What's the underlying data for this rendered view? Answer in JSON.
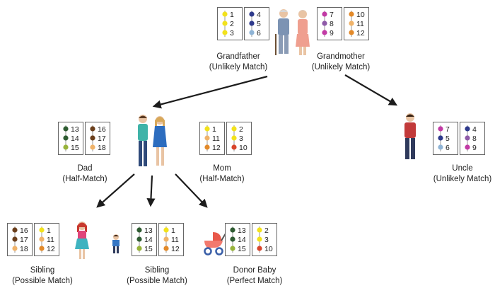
{
  "colors": {
    "yellow": "#f2e21c",
    "navy": "#2e3a8c",
    "lightblue": "#8fb4d6",
    "magenta": "#c23aa5",
    "purple": "#8e5aa8",
    "orange": "#e38a2a",
    "lightorange": "#f0b36a",
    "red": "#d8452c",
    "olive": "#97b33a",
    "brown": "#6b3f1c",
    "darkgreen": "#2f5c32",
    "arrow": "#1c1c1c"
  },
  "people": [
    {
      "id": "grandfather",
      "name": "Grandfather",
      "match": "(Unlikely Match)",
      "cards": [
        {
          "nums": [
            "1",
            "2",
            "3"
          ],
          "colors": [
            "yellow",
            "yellow",
            "yellow"
          ]
        },
        {
          "nums": [
            "4",
            "5",
            "6"
          ],
          "colors": [
            "navy",
            "navy",
            "lightblue"
          ]
        }
      ]
    },
    {
      "id": "grandmother",
      "name": "Grandmother",
      "match": "(Unlikely Match)",
      "cards": [
        {
          "nums": [
            "7",
            "8",
            "9"
          ],
          "colors": [
            "magenta",
            "purple",
            "magenta"
          ]
        },
        {
          "nums": [
            "10",
            "11",
            "12"
          ],
          "colors": [
            "orange",
            "lightorange",
            "orange"
          ]
        }
      ]
    },
    {
      "id": "dad",
      "name": "Dad",
      "match": "(Half-Match)",
      "cards": [
        {
          "nums": [
            "13",
            "14",
            "15"
          ],
          "colors": [
            "darkgreen",
            "darkgreen",
            "olive"
          ]
        },
        {
          "nums": [
            "16",
            "17",
            "18"
          ],
          "colors": [
            "brown",
            "brown",
            "lightorange"
          ]
        }
      ]
    },
    {
      "id": "mom",
      "name": "Mom",
      "match": "(Half-Match)",
      "cards": [
        {
          "nums": [
            "1",
            "11",
            "12"
          ],
          "colors": [
            "yellow",
            "lightorange",
            "orange"
          ]
        },
        {
          "nums": [
            "2",
            "3",
            "10"
          ],
          "colors": [
            "yellow",
            "yellow",
            "red"
          ]
        }
      ]
    },
    {
      "id": "uncle",
      "name": "Uncle",
      "match": "(Unlikely Match)",
      "cards": [
        {
          "nums": [
            "7",
            "5",
            "6"
          ],
          "colors": [
            "magenta",
            "navy",
            "lightblue"
          ]
        },
        {
          "nums": [
            "4",
            "8",
            "9"
          ],
          "colors": [
            "navy",
            "purple",
            "magenta"
          ]
        }
      ]
    },
    {
      "id": "sibling1",
      "name": "Sibling",
      "match": "(Possible Match)",
      "cards": [
        {
          "nums": [
            "16",
            "17",
            "18"
          ],
          "colors": [
            "brown",
            "brown",
            "lightorange"
          ]
        },
        {
          "nums": [
            "1",
            "11",
            "12"
          ],
          "colors": [
            "yellow",
            "lightorange",
            "orange"
          ]
        }
      ]
    },
    {
      "id": "sibling2",
      "name": "Sibling",
      "match": "(Possible Match)",
      "cards": [
        {
          "nums": [
            "13",
            "14",
            "15"
          ],
          "colors": [
            "darkgreen",
            "darkgreen",
            "olive"
          ]
        },
        {
          "nums": [
            "1",
            "11",
            "12"
          ],
          "colors": [
            "yellow",
            "lightorange",
            "orange"
          ]
        }
      ]
    },
    {
      "id": "donor_baby",
      "name": "Donor Baby",
      "match": "(Perfect Match)",
      "cards": [
        {
          "nums": [
            "13",
            "14",
            "15"
          ],
          "colors": [
            "darkgreen",
            "darkgreen",
            "olive"
          ]
        },
        {
          "nums": [
            "2",
            "3",
            "10"
          ],
          "colors": [
            "yellow",
            "yellow",
            "red"
          ]
        }
      ]
    }
  ],
  "figures": [
    {
      "id": "grandparents",
      "icon": "grandparents-icon"
    },
    {
      "id": "parents",
      "icon": "parents-icon"
    },
    {
      "id": "uncle",
      "icon": "uncle-icon"
    },
    {
      "id": "sister",
      "icon": "girl-icon"
    },
    {
      "id": "brother",
      "icon": "boy-icon"
    },
    {
      "id": "baby",
      "icon": "baby-stroller-icon"
    }
  ],
  "edges": [
    {
      "from": "grandparents",
      "to": "parents"
    },
    {
      "from": "grandparents",
      "to": "uncle"
    },
    {
      "from": "parents",
      "to": "sibling1"
    },
    {
      "from": "parents",
      "to": "sibling2"
    },
    {
      "from": "parents",
      "to": "donor_baby"
    }
  ]
}
